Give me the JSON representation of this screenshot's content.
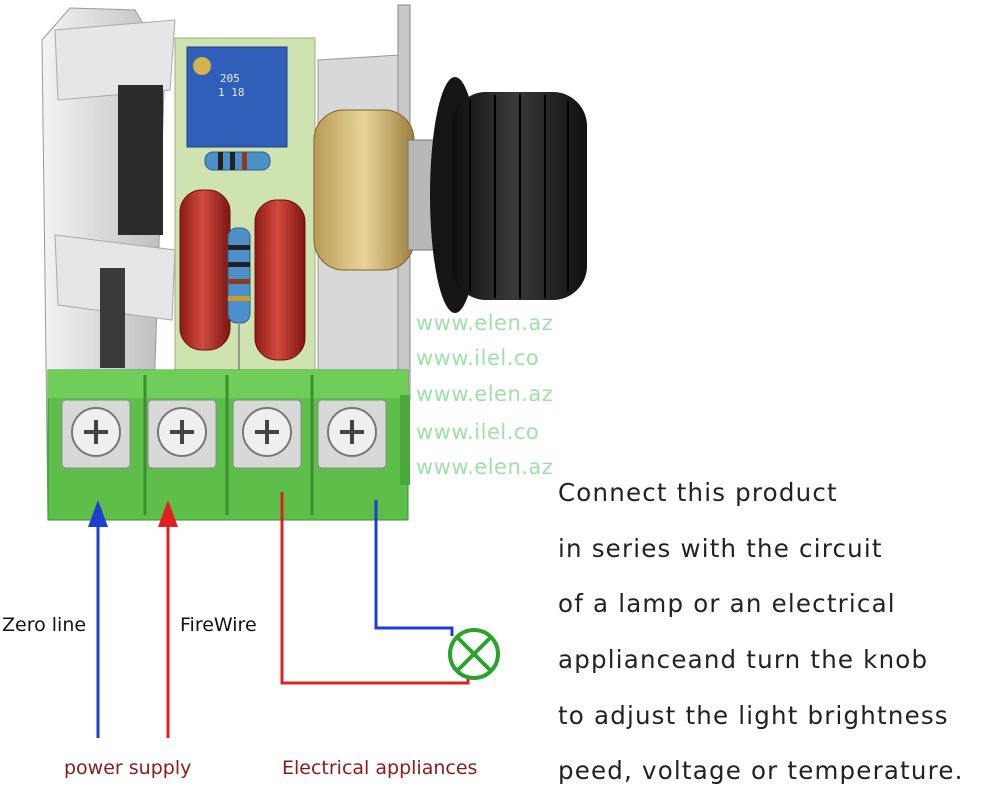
{
  "watermarks": [
    "www.elen.az",
    "www.ilel.co",
    "www.elen.az",
    "www.ilel.co",
    "www.elen.az"
  ],
  "labels": {
    "zero_line": "Zero line",
    "fire_wire": "FireWire",
    "power_supply": "power supply",
    "electrical_appliances": "Electrical appliances"
  },
  "description": [
    "Connect this product",
    "in series with the circuit",
    "of a lamp or an electrical",
    "applianceand turn the knob",
    "to adjust the light brightness",
    "peed, voltage or temperature."
  ],
  "potentiometer_marking": [
    "205",
    "1 18"
  ],
  "colors": {
    "terminal_block": "#5dbf4a",
    "neutral_wire": "#1f3fd1",
    "live_wire": "#e02020",
    "lamp": "#2aa32a",
    "knob": "#1c1c1c",
    "heatsink": "#d9d9d9",
    "capacitor": "#b52a24",
    "pcb": "#cfe3b0"
  }
}
